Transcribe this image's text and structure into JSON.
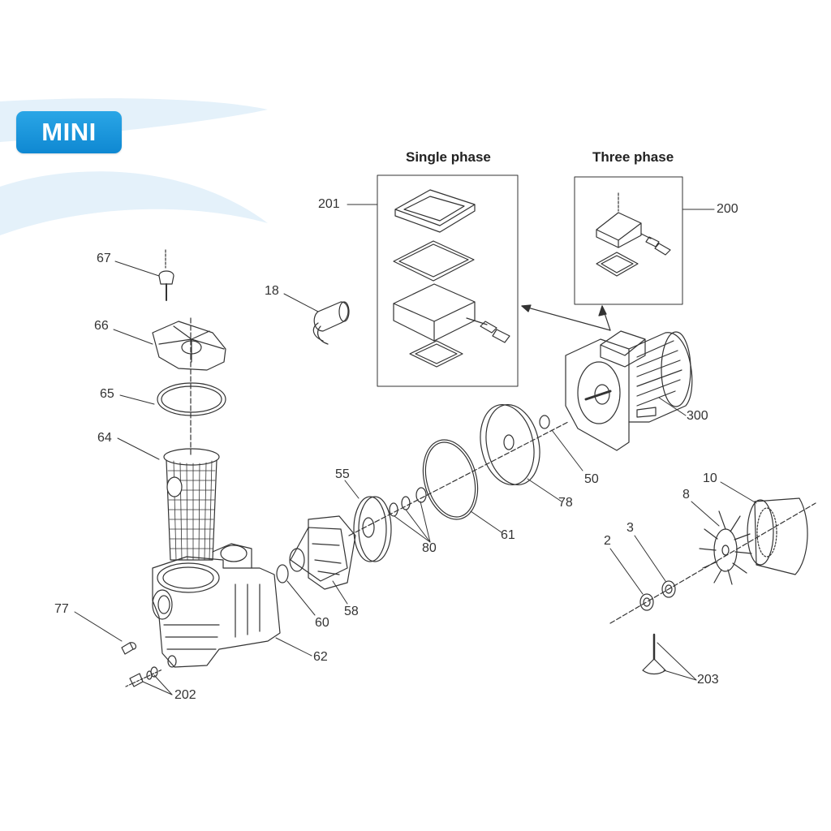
{
  "badge": {
    "label": "MINI"
  },
  "panels": {
    "single_phase": {
      "title": "Single phase"
    },
    "three_phase": {
      "title": "Three phase"
    }
  },
  "callouts": {
    "c201": "201",
    "c200": "200",
    "c18": "18",
    "c67": "67",
    "c66": "66",
    "c65": "65",
    "c64": "64",
    "c55": "55",
    "c300": "300",
    "c50": "50",
    "c78": "78",
    "c61": "61",
    "c80": "80",
    "c10": "10",
    "c8": "8",
    "c3": "3",
    "c2": "2",
    "c58": "58",
    "c60": "60",
    "c62": "62",
    "c77": "77",
    "c202": "202",
    "c203": "203"
  },
  "colors": {
    "badge": "#1a96dc",
    "line": "#333333",
    "wave": "#dcedf8"
  }
}
